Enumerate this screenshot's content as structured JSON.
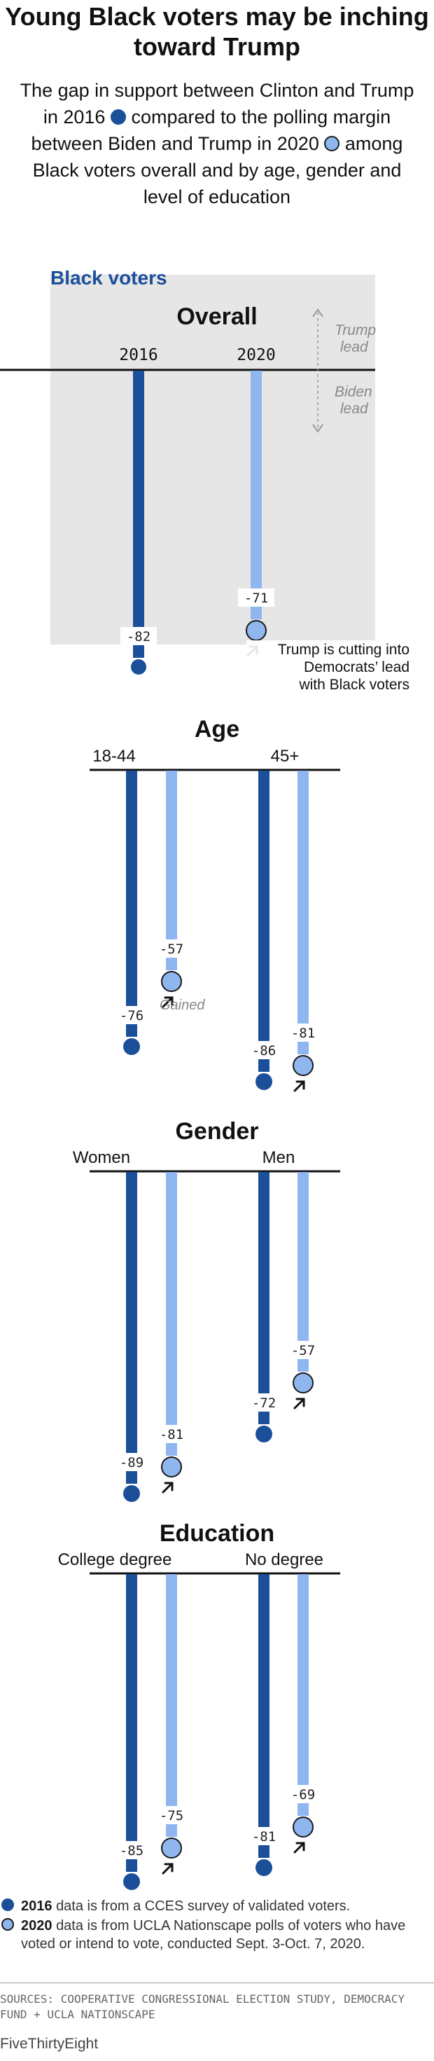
{
  "headline": "Young Black voters may be inching toward Trump",
  "subhead": {
    "part1": "The gap in support between Clinton and Trump in 2016",
    "part2": "compared to the polling margin between Biden and Trump in 2020",
    "part3": "among Black voters overall and by age, gender and level of education"
  },
  "colors": {
    "y2016": "#1b4f9a",
    "y2020": "#8fb6ef",
    "panel": "#e6e6e6",
    "accent": "#1b4f9a"
  },
  "chart_data": [
    {
      "type": "bar",
      "title": "Overall",
      "group_label": "Black voters",
      "categories": [
        "2016",
        "2020"
      ],
      "values": [
        -82,
        -71
      ],
      "direction_labels": [
        "Trump lead",
        "Biden lead"
      ],
      "annotation": "Trump is cutting into Democrats’ lead with Black voters"
    },
    {
      "type": "bar",
      "title": "Age",
      "categories": [
        "18-44",
        "45+"
      ],
      "series": [
        {
          "values": [
            -76,
            -86
          ]
        },
        {
          "values": [
            -57,
            -81
          ]
        }
      ],
      "annotation": "Gained"
    },
    {
      "type": "bar",
      "title": "Gender",
      "categories": [
        "Women",
        "Men"
      ],
      "series": [
        {
          "values": [
            -89,
            -72
          ]
        },
        {
          "values": [
            -81,
            -57
          ]
        }
      ]
    },
    {
      "type": "bar",
      "title": "Education",
      "categories": [
        "College degree",
        "No degree"
      ],
      "series": [
        {
          "values": [
            -85,
            -81
          ]
        },
        {
          "values": [
            -75,
            -69
          ]
        }
      ]
    }
  ],
  "notes": [
    {
      "year": "2016",
      "text": "data is from a CCES survey of validated voters."
    },
    {
      "year": "2020",
      "text": "data is from UCLA Nationscape polls of voters who have voted or intend to vote, conducted Sept. 3-Oct. 7, 2020."
    }
  ],
  "sources": "Sources: Cooperative Congressional Election Study, Democracy Fund + UCLA Nationscape",
  "brand": "FiveThirtyEight"
}
